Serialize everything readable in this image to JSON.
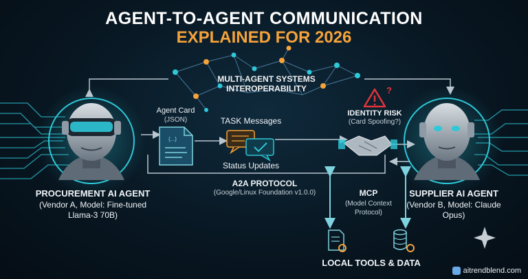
{
  "title": {
    "line1": "AGENT-TO-AGENT COMMUNICATION",
    "line2": "EXPLAINED FOR 2026"
  },
  "network": {
    "label": "MULTI-AGENT SYSTEMS INTEROPERABILITY"
  },
  "procurement": {
    "title": "PROCUREMENT AI AGENT",
    "detail": "(Vendor A, Model: Fine-tuned Llama-3 70B)"
  },
  "supplier": {
    "title": "SUPPLIER AI AGENT",
    "detail": "(Vendor B, Model: Claude Opus)"
  },
  "agent_card": {
    "title": "Agent Card",
    "format": "(JSON)",
    "glyph": "{...}"
  },
  "messages": {
    "task": "TASK Messages",
    "status": "Status Updates"
  },
  "protocol": {
    "title": "A2A PROTOCOL",
    "detail": "(Google/Linux Foundation v1.0.0)"
  },
  "identity": {
    "title": "IDENTITY RISK",
    "detail": "(Card Spoofing?)"
  },
  "mcp": {
    "title": "MCP",
    "detail": "(Model Context Protocol)"
  },
  "tools": {
    "label": "LOCAL TOOLS & DATA"
  },
  "brand": {
    "text": "aitrendblend.com"
  },
  "colors": {
    "accent_orange": "#f6a33a",
    "accent_teal": "#2ec8d8",
    "alert_red": "#e0343a"
  },
  "icons": [
    "robot-left-icon",
    "robot-right-icon",
    "document-icon",
    "chat-bubbles-icon",
    "handshake-icon",
    "warning-icon",
    "gear-doc-icon",
    "database-icon",
    "sparkle-icon"
  ]
}
